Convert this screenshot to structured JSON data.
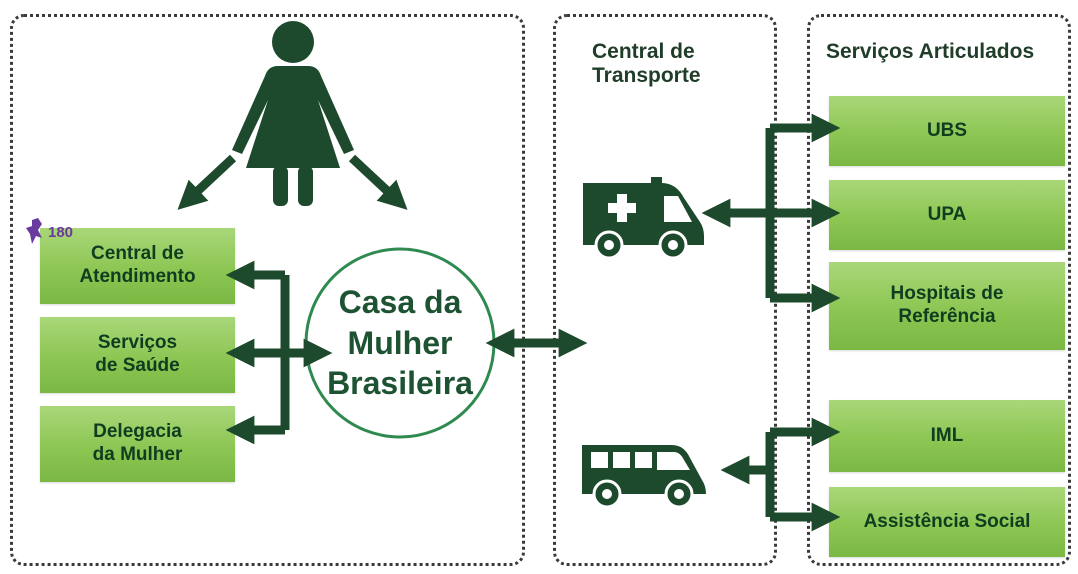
{
  "panels": {
    "transport_title": "Central de\nTransporte",
    "services_title": "Serviços Articulados"
  },
  "left_boxes": [
    {
      "label": "Central de\nAtendimento"
    },
    {
      "label": "Serviços\nde Saúde"
    },
    {
      "label": "Delegacia\nda Mulher"
    }
  ],
  "hub": {
    "label": "Casa da\nMulher\nBrasileira"
  },
  "badge": {
    "number": "180"
  },
  "services_boxes": [
    {
      "label": "UBS"
    },
    {
      "label": "UPA"
    },
    {
      "label": "Hospitais de\nReferência"
    },
    {
      "label": "IML"
    },
    {
      "label": "Assistência Social"
    }
  ],
  "icons": {
    "woman": "woman-icon",
    "ambulance": "ambulance-icon",
    "van": "van-icon"
  },
  "colors": {
    "dark_green": "#1d4a2c",
    "box_green": "#8dc653",
    "circle_stroke": "#2f8a4f"
  }
}
